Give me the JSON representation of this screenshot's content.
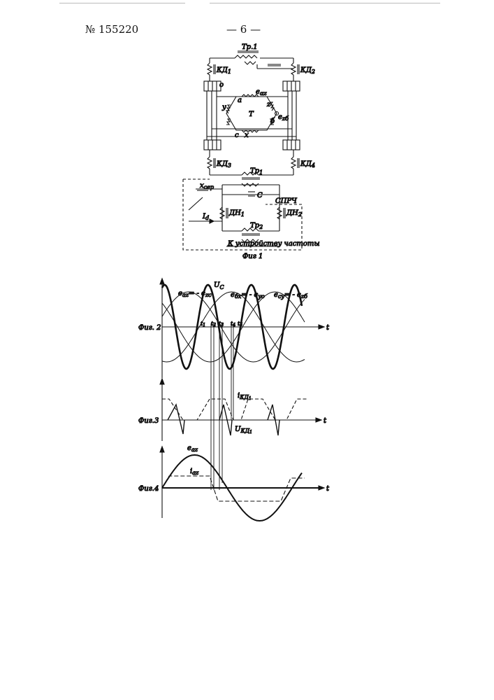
{
  "header": {
    "patent_number": "№ 155220",
    "page_number": "— 6 —"
  },
  "fig1": {
    "labels": {
      "tr1": "Тр.1",
      "kd1": "КД",
      "kd1_sub": "1",
      "kd2": "КД",
      "kd2_sub": "2",
      "kd3": "КД",
      "kd3_sub": "3",
      "kd4": "КД",
      "kd4_sub": "4",
      "T": "T",
      "e_zb": "e",
      "e_zb_sub": "zб",
      "e_top": "e",
      "e_top_sub": "αz",
      "a": "a",
      "b": "б",
      "c": "c",
      "y": "y",
      "z": "z",
      "x": "x",
      "o": "o",
      "tp1": "Тр",
      "tp1_sub": "1",
      "x_sep": "x",
      "x_sep_sub": "сер",
      "cap": "C",
      "spch": "СПРЧ",
      "dn1": "ДН",
      "dn1_sub": "1",
      "dn2": "ДН",
      "dn2_sub": "2",
      "tp2": "Тр",
      "tp2_sub": "2",
      "i_d": "I",
      "i_d_sub": "d",
      "freq_label": "К устройству частоты",
      "caption": "Фиг 1"
    }
  },
  "fig2": {
    "label": "Фиг. 2",
    "axis": "t",
    "uc": "U",
    "uc_sub": "C",
    "eq1": "e",
    "eq1_sub": "az",
    "eq1_rhs": "= - e",
    "eq1_rhs_sub": "zc",
    "eq2": "e",
    "eq2_sub": "бx",
    "eq2_rhs": "= - e",
    "eq2_rhs_sub": "yo",
    "eq3": "e",
    "eq3_sub": "cy",
    "eq3_rhs": "= - e",
    "eq3_rhs_sub": "zб",
    "t1": "t",
    "t1_sub": "1",
    "t2": "t",
    "t2_sub": "2",
    "t3": "t",
    "t3_sub": "3",
    "t4": "t",
    "t4_sub": "4",
    "t5": "t",
    "t5_sub": "5"
  },
  "fig3": {
    "label": "Фиг.3",
    "axis": "t",
    "i_kd": "i",
    "i_kd_sub": "КД",
    "i_kd_sub2": "1",
    "u_kd": "U",
    "u_kd_sub": "КД",
    "u_kd_sub2": "1"
  },
  "fig4": {
    "label": "Фиг.4",
    "axis": "t",
    "e_az": "e",
    "e_az_sub": "az",
    "i_az": "i",
    "i_az_sub": "az"
  }
}
